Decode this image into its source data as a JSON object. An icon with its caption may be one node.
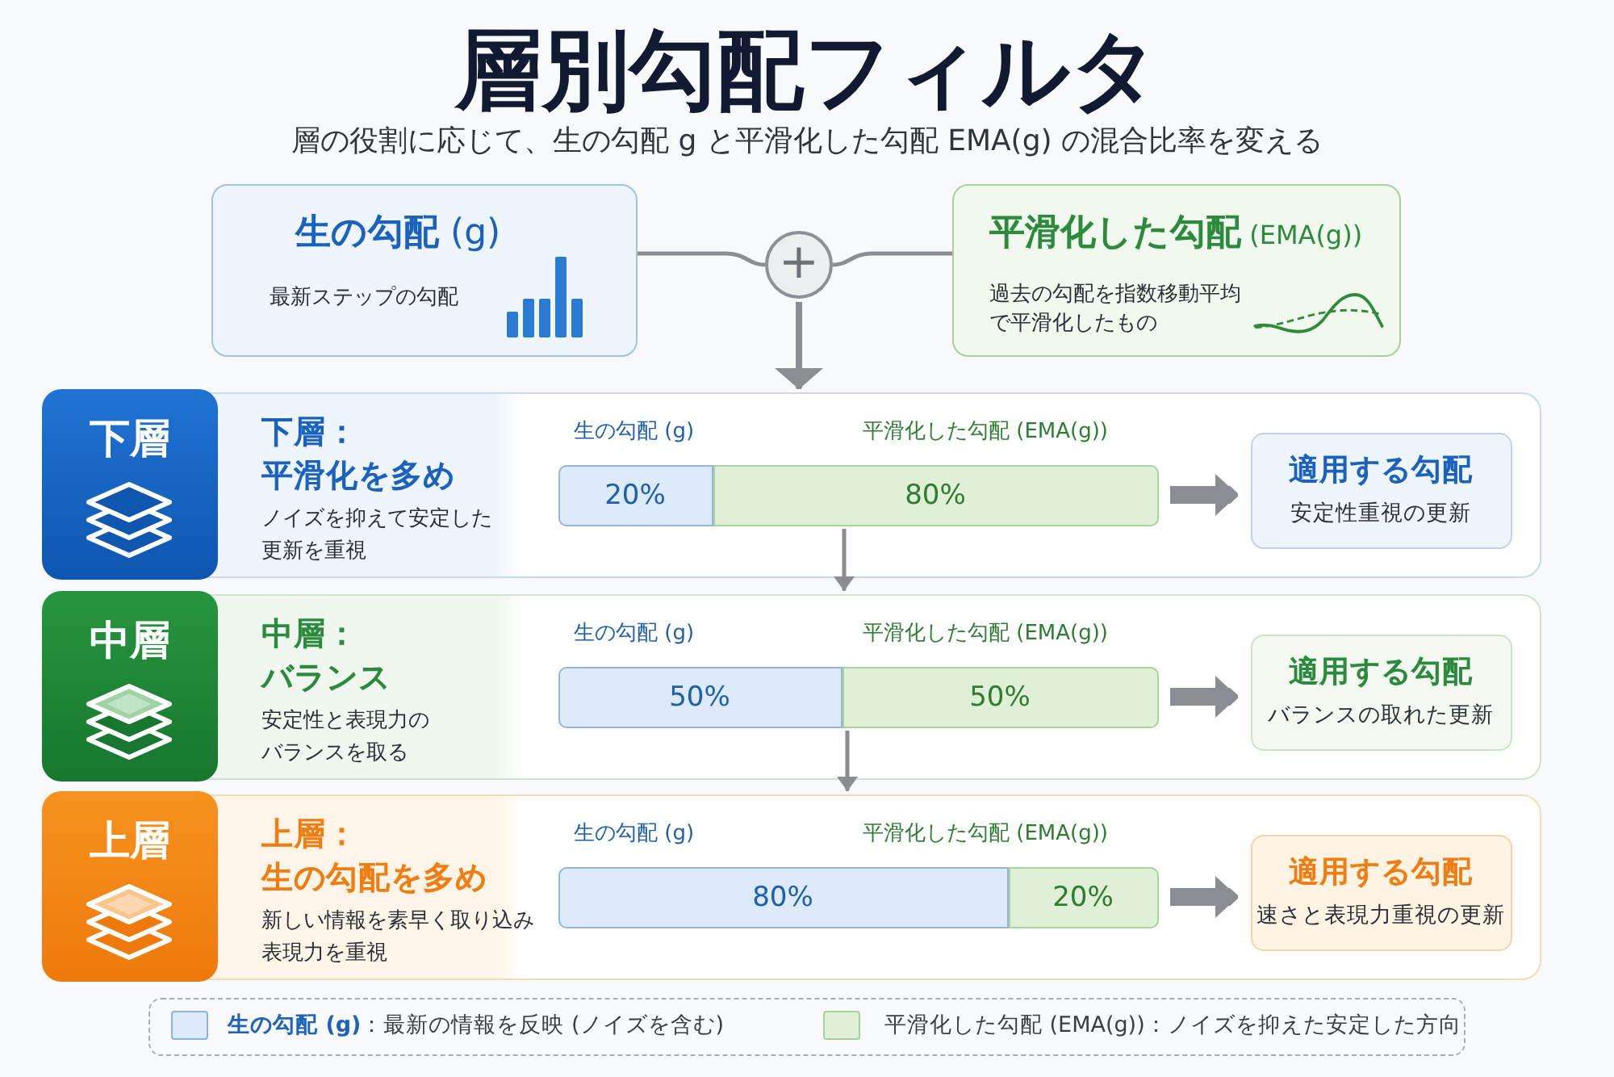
{
  "diagram": {
    "title": "層別勾配フィルタ",
    "nodes": [
      {
        "text": [
          "**生の勾配** (g)",
          "最新ステップの勾配"
        ]
      },
      {
        "text": [
          "+"
        ]
      },
      {
        "text": [
          "**平滑化した勾配** (EMA(g))",
          "過去の勾配を指数移動平均で平滑化したもの"
        ]
      },
      {
        "text": [
          "下層：平滑化を多め",
          "ノイズを抑えて安定した更新を重視"
        ]
      },
      {
        "text": [
          "下層"
        ],
        "in": 3
      },
      {
        "text": [
          "20%"
        ],
        "beside": [
          "生の勾配 (g)"
        ],
        "in": 3
      },
      {
        "text": [
          "80%"
        ],
        "beside": [
          "平滑化した勾配 (EMA(g))"
        ],
        "in": 3
      },
      {
        "text": [
          "適用する勾配",
          "安定性重視の更新"
        ],
        "in": 3
      },
      {
        "text": [
          "中層：バランス",
          "安定性と表現力のバランスを取る"
        ]
      },
      {
        "text": [
          "中層"
        ],
        "in": 8
      },
      {
        "text": [
          "50%"
        ],
        "beside": [
          "生の勾配 (g)"
        ],
        "in": 8
      },
      {
        "text": [
          "50%"
        ],
        "beside": [
          "平滑化した勾配 (EMA(g))"
        ],
        "in": 8
      },
      {
        "text": [
          "適用する勾配",
          "バランスの取れた更新"
        ],
        "in": 8
      },
      {
        "text": [
          "上層：生の勾配を多め",
          "新しい情報を素早く取り込み表現力を重視"
        ]
      },
      {
        "text": [
          "上層"
        ],
        "in": 13
      },
      {
        "text": [
          "80%"
        ],
        "beside": [
          "生の勾配 (g)"
        ],
        "in": 13
      },
      {
        "text": [
          "20%"
        ],
        "beside": [
          "平滑化した勾配 (EMA(g))"
        ],
        "in": 13
      },
      {
        "text": [
          "適用する勾配",
          "速さと表現力重視の更新"
        ],
        "in": 13
      }
    ],
    "edges": [
      {
        "from": 0,
        "to": 1,
        "arrow": "none"
      },
      {
        "from": 2,
        "to": 1,
        "arrow": "none"
      },
      {
        "from": 1,
        "to": 3,
        "arrow": "to"
      },
      {
        "from": 6,
        "to": 7,
        "arrow": "to",
        "style": "thick"
      },
      {
        "from": 6,
        "to": 8,
        "arrow": "to"
      },
      {
        "from": 11,
        "to": 12,
        "arrow": "to",
        "style": "thick"
      },
      {
        "from": 11,
        "to": 13,
        "arrow": "to"
      },
      {
        "from": 16,
        "to": 17,
        "arrow": "to",
        "style": "thick"
      }
    ],
    "labels": [
      "層の役割に応じて、生の勾配 g と平滑化した勾配 EMA(g) の混合比率を変える"
    ],
    "legend": [
      {
        "text": "**生の勾配 (g)**：最新の情報を反映 (ノイズを含む)",
        "color": "#dceafa"
      },
      {
        "text": "平滑化した勾配 (EMA(g))：ノイズを抑えた安定した方向",
        "color": "#dff0d6"
      }
    ]
  }
}
